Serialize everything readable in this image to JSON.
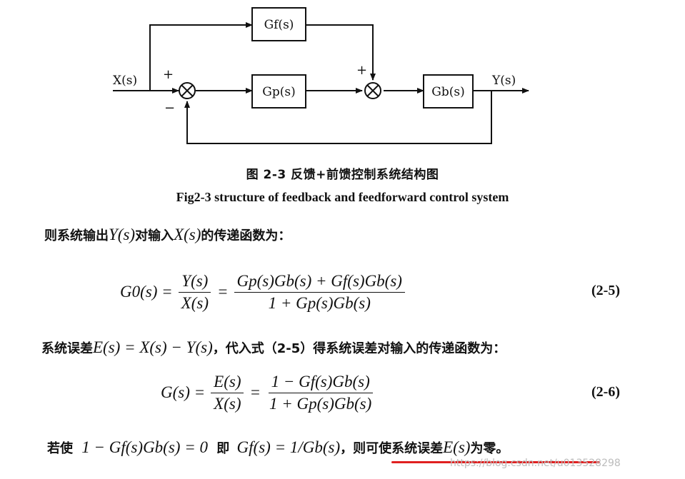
{
  "diagram": {
    "blocks": {
      "gf": "Gf(s)",
      "gp": "Gp(s)",
      "gb": "Gb(s)"
    },
    "signals": {
      "input": "X(s)",
      "output": "Y(s)"
    },
    "signs": {
      "sum1_plus": "+",
      "sum1_minus": "−",
      "sum2_plus": "+"
    }
  },
  "caption": {
    "chinese": "图 2-3  反馈+前馈控制系统结构图",
    "english": "Fig2-3 structure of feedback and feedforward control system"
  },
  "text": {
    "para1_a": "则系统输出",
    "para1_y": "Y(s)",
    "para1_b": "对输入",
    "para1_x": "X(s)",
    "para1_c": "的传递函数为：",
    "para2_a": "系统误差",
    "para2_eq": "E(s) = X(s) − Y(s)",
    "para2_b": "，代入式（2-5）得系统误差对输入的传递函数为：",
    "para3_a": "若使",
    "para3_eq1": "1 − Gf(s)Gb(s) = 0",
    "para3_b": "即",
    "para3_eq2": "Gf(s) = 1/Gb(s)",
    "para3_c": "，则可使系统误差",
    "para3_e": "E(s)",
    "para3_d": "为零。"
  },
  "equations": {
    "eq25": {
      "lhs": "G0(s) =",
      "frac1_num": "Y(s)",
      "frac1_den": "X(s)",
      "eq": "=",
      "frac2_num": "Gp(s)Gb(s) + Gf(s)Gb(s)",
      "frac2_den": "1 + Gp(s)Gb(s)",
      "number": "(2-5)"
    },
    "eq26": {
      "lhs": "G(s) =",
      "frac1_num": "E(s)",
      "frac1_den": "X(s)",
      "eq": "=",
      "frac2_num": "1 − Gf(s)Gb(s)",
      "frac2_den": "1 + Gp(s)Gb(s)",
      "number": "(2-6)"
    }
  },
  "watermark": "https://blog.csdn.net/u013528298",
  "colors": {
    "ink": "#111111",
    "underline": "#e02020",
    "watermark": "#bcbcbc"
  }
}
